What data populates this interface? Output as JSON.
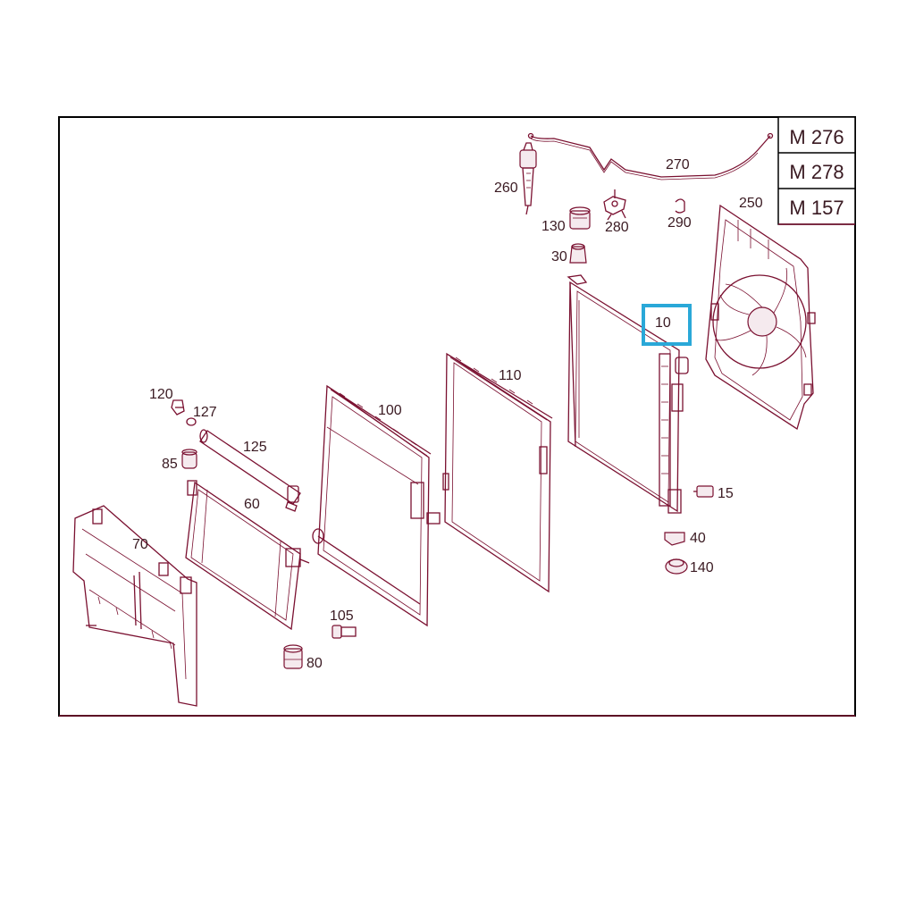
{
  "model_codes": [
    "M 276",
    "M 278",
    "M 157"
  ],
  "highlight": {
    "label": "10",
    "color": "#2aa8d8"
  },
  "colors": {
    "line": "#7a1030",
    "frame": "#000000",
    "text": "#3a1a22"
  },
  "part_labels": {
    "p10": "10",
    "p15": "15",
    "p30": "30",
    "p40": "40",
    "p60": "60",
    "p70": "70",
    "p80": "80",
    "p85": "85",
    "p100": "100",
    "p105": "105",
    "p110": "110",
    "p120": "120",
    "p125": "125",
    "p127": "127",
    "p130": "130",
    "p140": "140",
    "p250": "250",
    "p260": "260",
    "p270": "270",
    "p280": "280",
    "p290": "290"
  }
}
